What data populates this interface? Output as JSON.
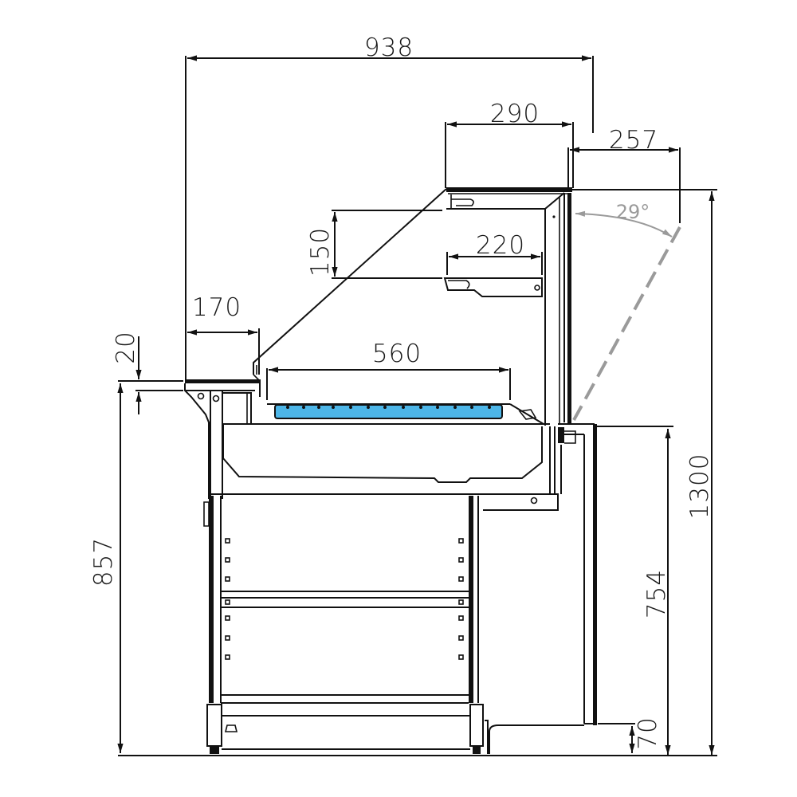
{
  "drawing": {
    "type": "side-view technical drawing",
    "subject": "refrigerated display counter (serve-over counter) with glass front, shelves and storage base",
    "units": "mm",
    "colors": {
      "lines": "#111111",
      "tray": "#4db6e8",
      "glass_open_angle": "#9a9a9a",
      "background": "#ffffff"
    }
  },
  "dimensions": {
    "overall_depth": "938",
    "top_canopy_depth": "290",
    "glass_projection": "257",
    "glass_open_angle": "29°",
    "shelf_spacing": "150",
    "shelf_depth": "220",
    "front_ledge_depth": "170",
    "front_ledge_thickness": "20",
    "display_well_depth": "560",
    "counter_height": "857",
    "rear_body_height": "754",
    "plinth_height": "70",
    "overall_height": "1300"
  }
}
